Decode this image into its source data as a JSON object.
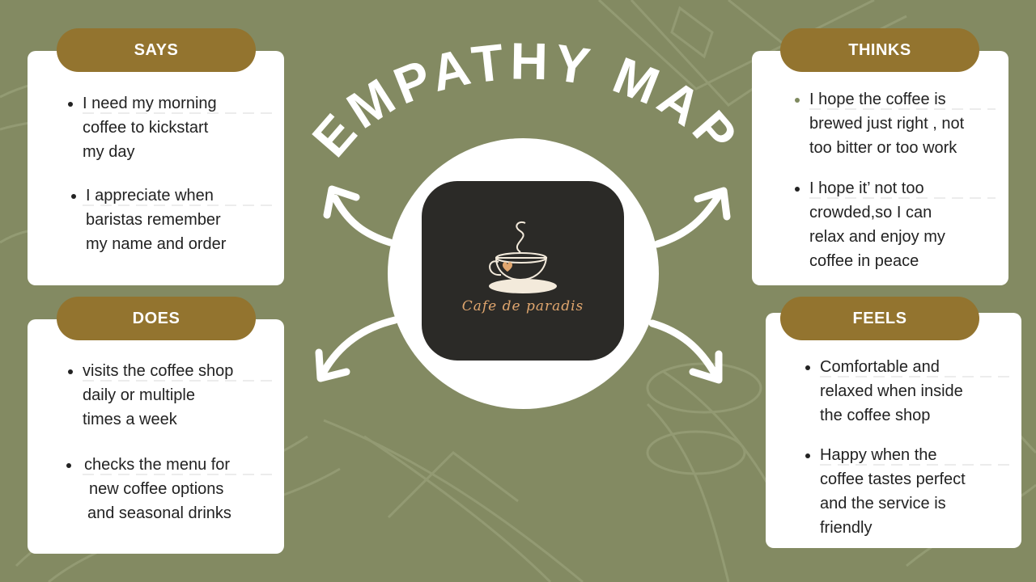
{
  "title": "EMPATHY MAP",
  "logo": {
    "text": "Cafe de paradis"
  },
  "colors": {
    "background": "#838a62",
    "pill": "#93742f",
    "card": "#ffffff",
    "logo_bg": "#2b2a27",
    "logo_text": "#e0a66e"
  },
  "says": {
    "label": "SAYS",
    "items": [
      [
        "I   need my morning",
        "coffee to kickstart",
        "my day"
      ],
      [
        "I appreciate when",
        "baristas remember",
        "my name and order"
      ]
    ]
  },
  "thinks": {
    "label": "THINKS",
    "items": [
      [
        "I  hope  the  coffee  is",
        "brewed just right , not",
        "too bitter or too work"
      ],
      [
        "I  hope it’ not  too",
        "crowded,so I can",
        "relax and enjoy  my",
        "coffee in peace"
      ]
    ]
  },
  "does": {
    "label": "DOES",
    "items": [
      [
        "visits the coffee shop",
        "daily or multiple",
        "times a week"
      ],
      [
        "checks the menu for",
        "new coffee options",
        "and seasonal drinks"
      ]
    ]
  },
  "feels": {
    "label": "FEELS",
    "items": [
      [
        "Comfortable and",
        "relaxed when inside",
        "the coffee shop"
      ],
      [
        "Happy  when the",
        "coffee tastes perfect",
        "and the service is",
        "friendly"
      ]
    ]
  }
}
